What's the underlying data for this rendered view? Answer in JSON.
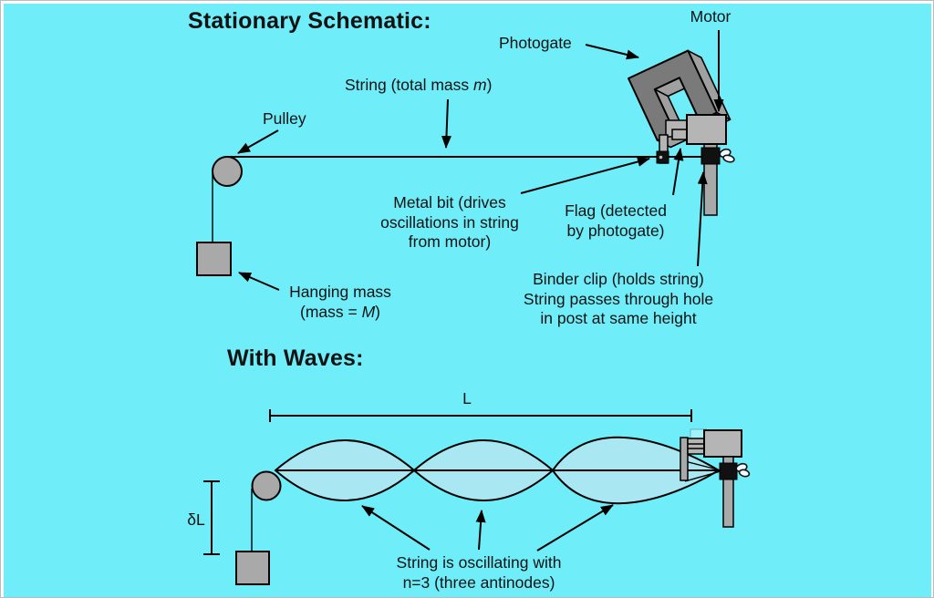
{
  "colors": {
    "bg": "#6FEDF9",
    "lens": "#A9E8F2",
    "metal": "#A9A9A9",
    "metal_light": "#B5B5B5",
    "photogate_front": "#7A7A7A",
    "photogate_side": "#A0A0A0",
    "ink": "#121212"
  },
  "stationary": {
    "title": "Stationary Schematic:",
    "labels": {
      "photogate": "Photogate",
      "motor": "Motor",
      "string_prefix": "String (total mass ",
      "string_m": "m",
      "string_suffix": ")",
      "pulley": "Pulley",
      "metal_bit_line1": "Metal bit (drives",
      "metal_bit_line2": "oscillations in string",
      "metal_bit_line3": "from motor)",
      "flag_line1": "Flag (detected",
      "flag_line2": "by photogate)",
      "binder_line1": "Binder clip (holds string)",
      "binder_line2": "String passes through hole",
      "binder_line3": "in post at same height",
      "hanging_line1": "Hanging mass",
      "hanging_prefix": "(mass = ",
      "hanging_M": "M",
      "hanging_suffix": ")"
    }
  },
  "waves": {
    "title": "With Waves:",
    "length_label": "L",
    "delta_length_label": "δL",
    "oscillation_line1": "String is oscillating with",
    "oscillation_line2": "n=3 (three antinodes)"
  }
}
